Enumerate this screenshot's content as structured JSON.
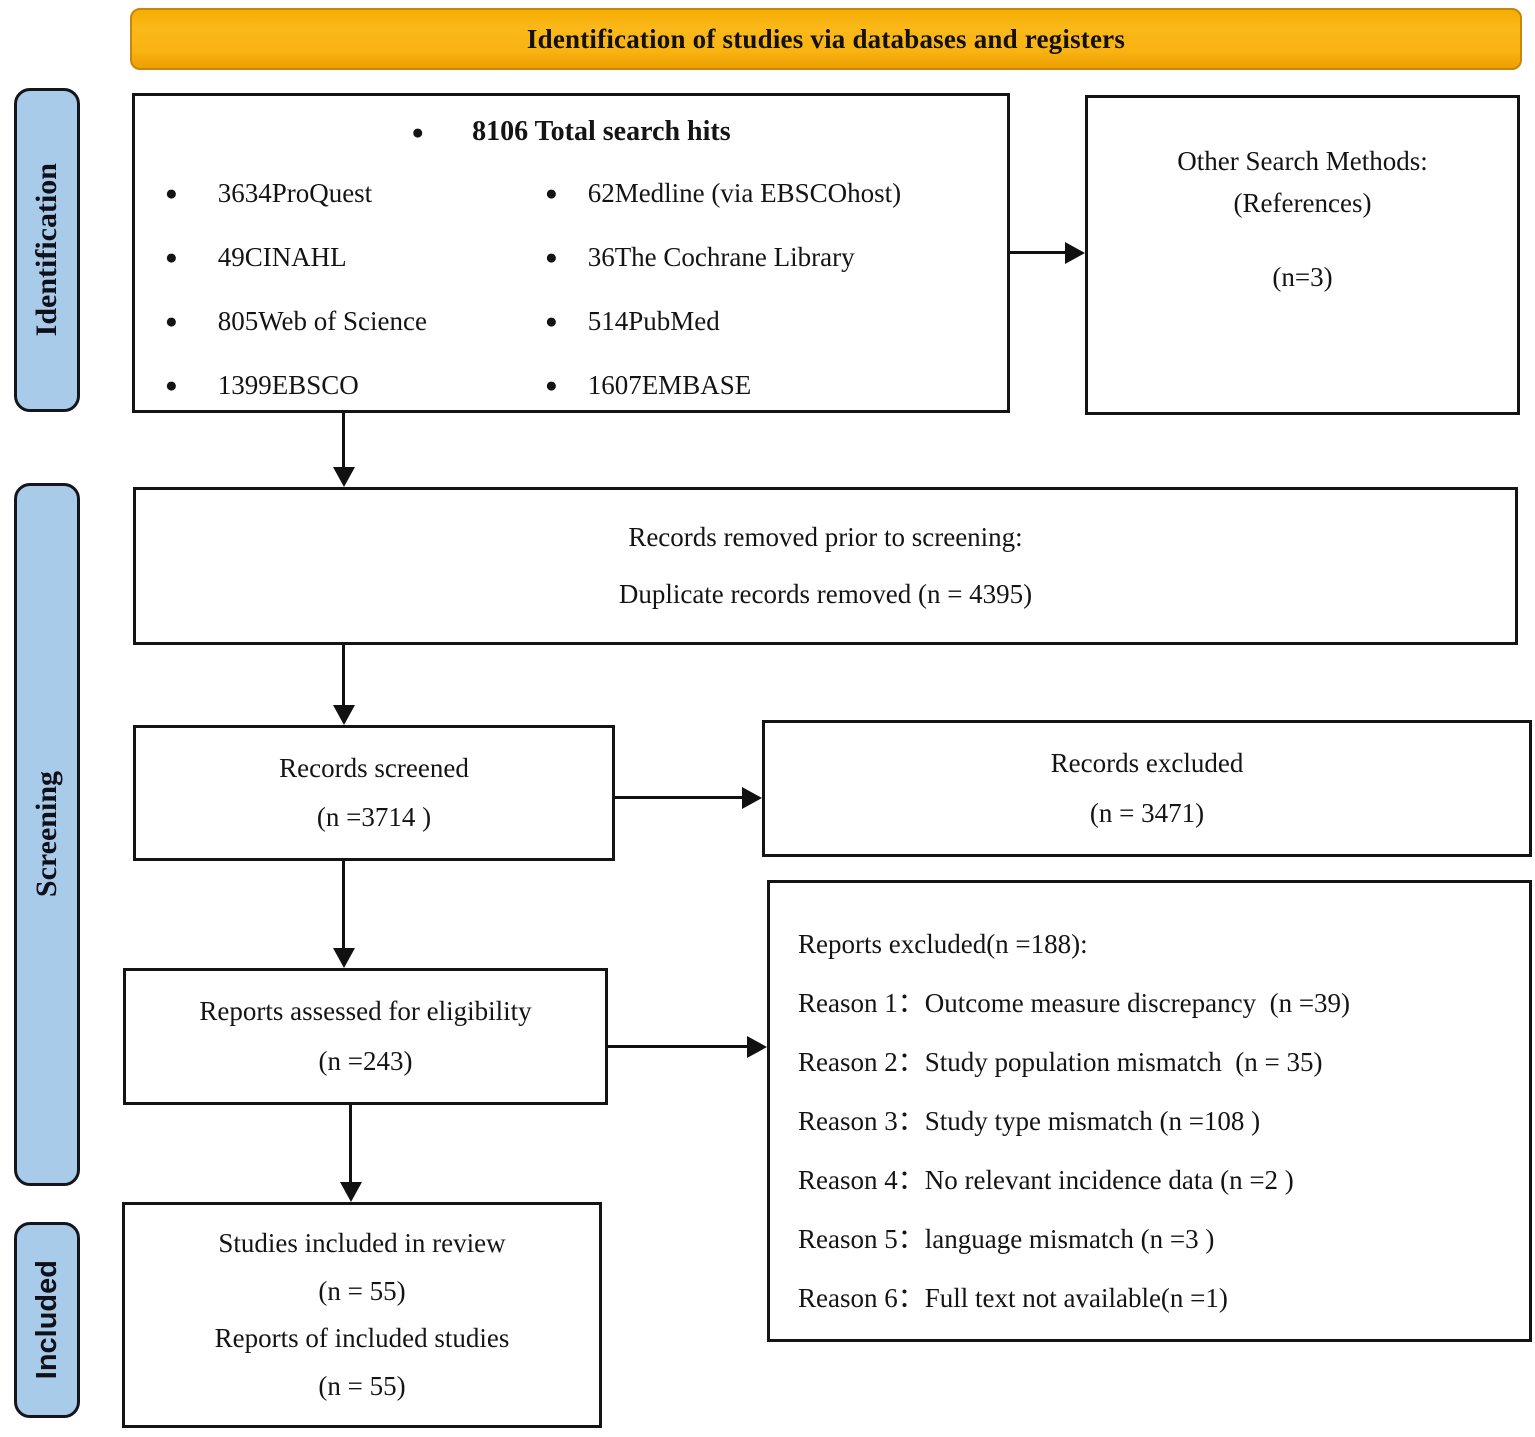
{
  "banner": {
    "title": "Identification of studies via databases and registers"
  },
  "sidebar": {
    "identification": "Identification",
    "screening": "Screening",
    "included": "Included"
  },
  "colors": {
    "banner_bg": "#F8B213",
    "banner_border": "#C8860A",
    "sidebar_bg": "#A9CBEA",
    "box_border": "#141414",
    "arrow": "#111111"
  },
  "databases_box": {
    "bullet_glyph": "●",
    "header": "8106 Total search hits",
    "left_items": [
      "3634ProQuest",
      "49CINAHL",
      "805Web of Science",
      "1399EBSCO"
    ],
    "right_items": [
      "62Medline (via EBSCOhost)",
      "36The Cochrane Library",
      "514PubMed",
      "1607EMBASE"
    ]
  },
  "other_search_box": {
    "line1": "Other Search Methods:",
    "line2": "(References)",
    "line3": "(n=3)"
  },
  "records_removed_box": {
    "line1": "Records removed prior to screening:",
    "line2": "Duplicate records removed (n = 4395)"
  },
  "records_screened_box": {
    "line1": "Records screened",
    "line2": "(n =3714 )"
  },
  "records_excluded_box": {
    "line1": "Records excluded",
    "line2": "(n = 3471)"
  },
  "reports_assessed_box": {
    "line1": "Reports assessed for eligibility",
    "line2": "(n =243)"
  },
  "reports_excluded_box": {
    "header": "Reports excluded(n =188):",
    "reasons": [
      "Reason 1：Outcome measure discrepancy  (n =39)",
      "Reason 2：Study population mismatch  (n = 35)",
      "Reason 3：Study type mismatch (n =108 )",
      "Reason 4：No relevant incidence data (n =2 )",
      "Reason 5：language mismatch (n =3 )",
      "Reason 6：Full text not available(n =1)"
    ]
  },
  "included_box": {
    "line1": "Studies included in review",
    "line2": "(n = 55)",
    "line3": "Reports of included studies",
    "line4": "(n = 55)"
  }
}
